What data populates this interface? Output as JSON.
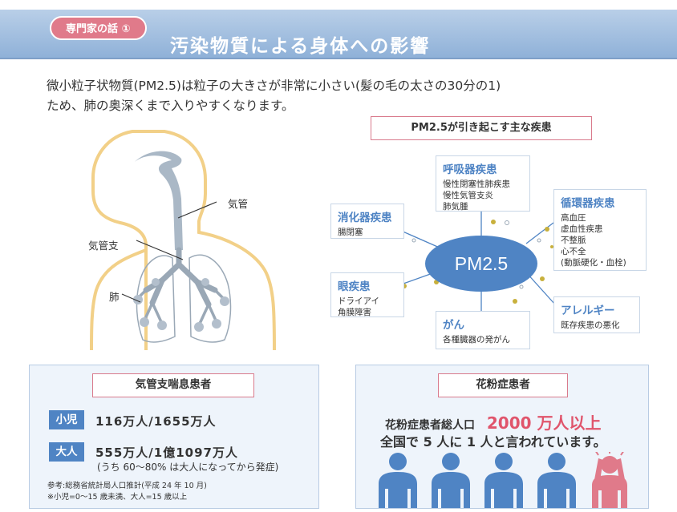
{
  "header": {
    "badge": "専門家の話 ①",
    "title": "汚染物質による身体への影響"
  },
  "intro": {
    "line1": "微小粒子状物質(PM2.5)は粒子の大きさが非常に小さい(髪の毛の太さの30分の1)",
    "line2": "ため、肺の奥深くまで入りやすくなります。"
  },
  "body_figure": {
    "labels": {
      "trachea": "気管",
      "bronchi": "気管支",
      "lung": "肺"
    }
  },
  "diseases": {
    "title": "PM2.5が引き起こす主な疾患",
    "center": "PM2.5",
    "respiratory": {
      "title": "呼吸器疾患",
      "items": [
        "慢性閉塞性肺疾患",
        "慢性気管支炎",
        "肺気腫"
      ]
    },
    "digestive": {
      "title": "消化器疾患",
      "items": [
        "腸閉塞"
      ]
    },
    "circulatory": {
      "title": "循環器疾患",
      "items": [
        "高血圧",
        "虚血性疾患",
        "不整脈",
        "心不全",
        "(動脈硬化・血栓)"
      ]
    },
    "eye": {
      "title": "眼疾患",
      "items": [
        "ドライアイ",
        "角膜障害"
      ]
    },
    "cancer": {
      "title": "がん",
      "items": [
        "各種臓器の発がん"
      ]
    },
    "allergy": {
      "title": "アレルギー",
      "items": [
        "既存疾患の悪化"
      ]
    }
  },
  "asthma": {
    "title": "気管支喘息患者",
    "child_tag": "小児",
    "child_value": "116万人/1655万人",
    "adult_tag": "大人",
    "adult_value": "555万人/1億1097万人",
    "adult_sub": "(うち 60〜80% は大人になってから発症)",
    "note1": "参考:総務省統計局人口推計(平成 24 年 10 月)",
    "note2": "※小児=0〜15 歳未満、大人=15 歳以上"
  },
  "pollen": {
    "title": "花粉症患者",
    "total_label": "花粉症患者総人口",
    "total_value": "2000 万人以上",
    "line2": "全国で 5 人に 1 人と言われています。"
  },
  "colors": {
    "accent_blue": "#4f84c4",
    "accent_pink": "#e07a8a",
    "highlight_red": "#e0556c"
  }
}
